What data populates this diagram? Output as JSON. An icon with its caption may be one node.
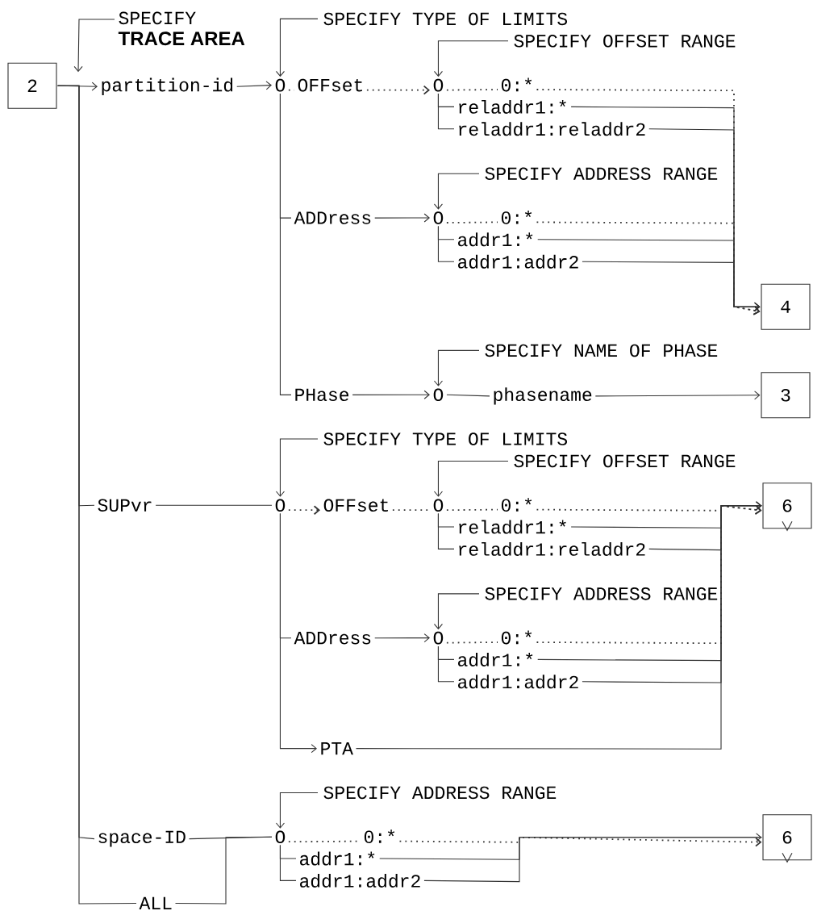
{
  "diagram": {
    "nodes": [
      {
        "text": [
          "2"
        ]
      },
      {
        "text": [
          "SPECIFY",
          "TRACE AREA"
        ]
      },
      {
        "text": [
          "SPECIFY TYPE OF LIMITS"
        ]
      },
      {
        "text": [
          "SPECIFY OFFSET RANGE"
        ]
      },
      {
        "text": [
          "partition-id"
        ]
      },
      {
        "text": [
          "O"
        ]
      },
      {
        "text": [
          "OFFset"
        ]
      },
      {
        "text": [
          "O"
        ]
      },
      {
        "text": [
          "0:*"
        ]
      },
      {
        "text": [
          "reladdr1:*"
        ]
      },
      {
        "text": [
          "reladdr1:reladdr2"
        ]
      },
      {
        "text": [
          "SPECIFY ADDRESS RANGE"
        ]
      },
      {
        "text": [
          "ADDress"
        ]
      },
      {
        "text": [
          "O"
        ]
      },
      {
        "text": [
          "0:*"
        ]
      },
      {
        "text": [
          "addr1:*"
        ]
      },
      {
        "text": [
          "addr1:addr2"
        ]
      },
      {
        "text": [
          "4"
        ]
      },
      {
        "text": [
          "SPECIFY NAME OF PHASE"
        ]
      },
      {
        "text": [
          "PHase"
        ]
      },
      {
        "text": [
          "O"
        ]
      },
      {
        "text": [
          "phasename"
        ]
      },
      {
        "text": [
          "3"
        ]
      },
      {
        "text": [
          "SPECIFY TYPE OF LIMITS"
        ]
      },
      {
        "text": [
          "SPECIFY OFFSET RANGE"
        ]
      },
      {
        "text": [
          "SUPvr"
        ]
      },
      {
        "text": [
          "O"
        ]
      },
      {
        "text": [
          "OFFset"
        ]
      },
      {
        "text": [
          "O"
        ]
      },
      {
        "text": [
          "0:*"
        ]
      },
      {
        "text": [
          "6"
        ]
      },
      {
        "text": [
          "reladdr1:*"
        ]
      },
      {
        "text": [
          "reladdr1:reladdr2"
        ]
      },
      {
        "text": [
          "SPECIFY ADDRESS RANGE"
        ]
      },
      {
        "text": [
          "ADDress"
        ]
      },
      {
        "text": [
          "O"
        ]
      },
      {
        "text": [
          "0:*"
        ]
      },
      {
        "text": [
          "addr1:*"
        ]
      },
      {
        "text": [
          "addr1:addr2"
        ]
      },
      {
        "text": [
          "PTA"
        ]
      },
      {
        "text": [
          "SPECIFY ADDRESS RANGE"
        ]
      },
      {
        "text": [
          "space-ID"
        ]
      },
      {
        "text": [
          "O"
        ]
      },
      {
        "text": [
          "0:*"
        ]
      },
      {
        "text": [
          "6"
        ]
      },
      {
        "text": [
          "addr1:*"
        ]
      },
      {
        "text": [
          "addr1:addr2"
        ]
      },
      {
        "text": [
          "ALL"
        ]
      }
    ],
    "edges": [
      {
        "from": 0,
        "to": 4,
        "arrow": "to"
      },
      {
        "from": 0,
        "to": 25,
        "arrow": "none"
      },
      {
        "from": 0,
        "to": 41,
        "arrow": "none"
      },
      {
        "from": 0,
        "to": 47,
        "arrow": "none"
      },
      {
        "from": 1,
        "to": 4,
        "arrow": "to"
      },
      {
        "from": 2,
        "to": 5,
        "arrow": "to"
      },
      {
        "from": 3,
        "to": 7,
        "arrow": "to"
      },
      {
        "from": 4,
        "to": 5,
        "arrow": "to"
      },
      {
        "from": 5,
        "to": 6,
        "arrow": "none",
        "style": "dashed"
      },
      {
        "from": 6,
        "to": 7,
        "arrow": "to",
        "style": "dashed"
      },
      {
        "from": 7,
        "to": 8,
        "arrow": "none",
        "style": "dashed"
      },
      {
        "from": 8,
        "to": 17,
        "arrow": "to",
        "style": "dashed"
      },
      {
        "from": 7,
        "to": 9,
        "arrow": "none"
      },
      {
        "from": 7,
        "to": 10,
        "arrow": "none"
      },
      {
        "from": 9,
        "to": 17,
        "arrow": "to"
      },
      {
        "from": 10,
        "to": 17,
        "arrow": "to"
      },
      {
        "from": 11,
        "to": 13,
        "arrow": "to"
      },
      {
        "from": 5,
        "to": 12,
        "arrow": "none"
      },
      {
        "from": 5,
        "to": 19,
        "arrow": "none"
      },
      {
        "from": 12,
        "to": 13,
        "arrow": "to"
      },
      {
        "from": 13,
        "to": 14,
        "arrow": "none",
        "style": "dashed"
      },
      {
        "from": 14,
        "to": 17,
        "arrow": "to",
        "style": "dashed"
      },
      {
        "from": 13,
        "to": 15,
        "arrow": "none"
      },
      {
        "from": 13,
        "to": 16,
        "arrow": "none"
      },
      {
        "from": 15,
        "to": 17,
        "arrow": "to"
      },
      {
        "from": 16,
        "to": 17,
        "arrow": "to"
      },
      {
        "from": 18,
        "to": 20,
        "arrow": "to"
      },
      {
        "from": 19,
        "to": 20,
        "arrow": "to"
      },
      {
        "from": 20,
        "to": 21,
        "arrow": "none"
      },
      {
        "from": 21,
        "to": 22,
        "arrow": "to"
      },
      {
        "from": 23,
        "to": 26,
        "arrow": "to"
      },
      {
        "from": 24,
        "to": 28,
        "arrow": "to"
      },
      {
        "from": 25,
        "to": 26,
        "arrow": "none"
      },
      {
        "from": 26,
        "to": 27,
        "arrow": "to",
        "style": "dashed"
      },
      {
        "from": 27,
        "to": 28,
        "arrow": "none",
        "style": "dashed"
      },
      {
        "from": 28,
        "to": 29,
        "arrow": "none",
        "style": "dashed"
      },
      {
        "from": 29,
        "to": 30,
        "arrow": "to",
        "style": "dashed"
      },
      {
        "from": 28,
        "to": 31,
        "arrow": "none"
      },
      {
        "from": 28,
        "to": 32,
        "arrow": "none"
      },
      {
        "from": 31,
        "to": 30,
        "arrow": "to"
      },
      {
        "from": 32,
        "to": 30,
        "arrow": "to"
      },
      {
        "from": 33,
        "to": 35,
        "arrow": "to"
      },
      {
        "from": 26,
        "to": 34,
        "arrow": "none"
      },
      {
        "from": 26,
        "to": 39,
        "arrow": "to"
      },
      {
        "from": 34,
        "to": 35,
        "arrow": "to"
      },
      {
        "from": 35,
        "to": 36,
        "arrow": "none",
        "style": "dashed"
      },
      {
        "from": 36,
        "to": 30,
        "arrow": "to",
        "style": "dashed"
      },
      {
        "from": 35,
        "to": 37,
        "arrow": "none"
      },
      {
        "from": 35,
        "to": 38,
        "arrow": "none"
      },
      {
        "from": 37,
        "to": 30,
        "arrow": "to"
      },
      {
        "from": 38,
        "to": 30,
        "arrow": "to"
      },
      {
        "from": 39,
        "to": 30,
        "arrow": "none"
      },
      {
        "from": 40,
        "to": 42,
        "arrow": "to"
      },
      {
        "from": 41,
        "to": 42,
        "arrow": "none"
      },
      {
        "from": 42,
        "to": 43,
        "arrow": "none",
        "style": "dashed"
      },
      {
        "from": 43,
        "to": 44,
        "arrow": "to",
        "style": "dashed"
      },
      {
        "from": 42,
        "to": 45,
        "arrow": "none"
      },
      {
        "from": 42,
        "to": 46,
        "arrow": "none"
      },
      {
        "from": 45,
        "to": 44,
        "arrow": "to"
      },
      {
        "from": 46,
        "to": 44,
        "arrow": "none"
      },
      {
        "from": 47,
        "to": 42,
        "arrow": "none"
      }
    ]
  }
}
